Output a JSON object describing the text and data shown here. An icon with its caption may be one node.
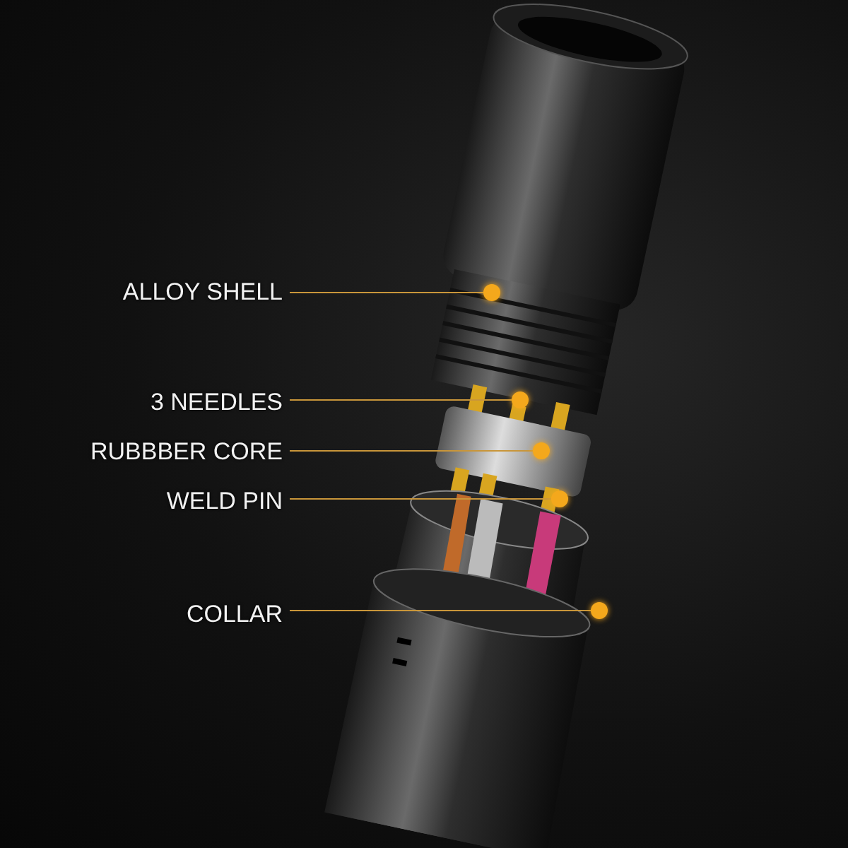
{
  "diagram": {
    "nodes": [
      {
        "text": [
          "ALLOY SHELL"
        ]
      },
      {
        "text": [],
        "shape": "circle"
      },
      {
        "text": [
          "3 NEEDLES"
        ]
      },
      {
        "text": [],
        "shape": "circle"
      },
      {
        "text": [
          "RUBBBER CORE"
        ]
      },
      {
        "text": [],
        "shape": "circle"
      },
      {
        "text": [
          "WELD PIN"
        ]
      },
      {
        "text": [],
        "shape": "circle"
      },
      {
        "text": [
          "COLLAR"
        ]
      },
      {
        "text": [],
        "shape": "circle"
      }
    ],
    "edges": [
      {
        "from": 0,
        "to": 1,
        "arrow": "none"
      },
      {
        "from": 2,
        "to": 3,
        "arrow": "none"
      },
      {
        "from": 4,
        "to": 5,
        "arrow": "none"
      },
      {
        "from": 6,
        "to": 7,
        "arrow": "none"
      },
      {
        "from": 8,
        "to": 9,
        "arrow": "none"
      }
    ]
  }
}
